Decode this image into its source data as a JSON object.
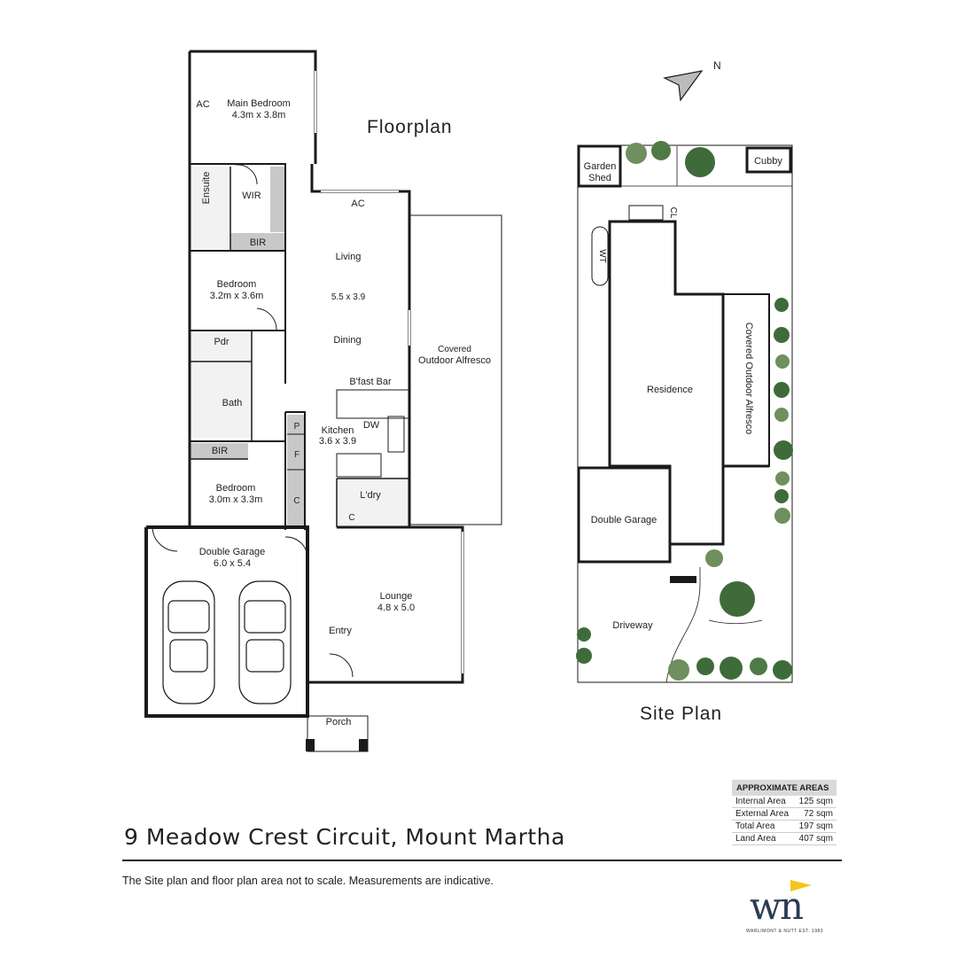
{
  "headings": {
    "floorplan": "Floorplan",
    "site_plan": "Site Plan"
  },
  "floorplan": {
    "rooms": {
      "main_bedroom": {
        "name": "Main Bedroom",
        "size": "4.3m x 3.8m"
      },
      "ac_bed": "AC",
      "ensuite": "Ensuite",
      "wir": "WIR",
      "bir1": "BIR",
      "bedroom2": {
        "name": "Bedroom",
        "size": "3.2m x 3.6m"
      },
      "pdr": "Pdr",
      "bath": "Bath",
      "bir2": "BIR",
      "bedroom3": {
        "name": "Bedroom",
        "size": "3.0m x 3.3m"
      },
      "ac_living": "AC",
      "living": {
        "name": "Living",
        "size": "5.5 x 3.9"
      },
      "dining": "Dining",
      "bfast_bar": "B'fast Bar",
      "kitchen": {
        "name": "Kitchen",
        "size": "3.6 x 3.9"
      },
      "dw": "DW",
      "pantry": "P",
      "fridge": "F",
      "cupboard": "C",
      "laundry": "L'dry",
      "laundry_c": "C",
      "alfresco": {
        "line1": "Covered",
        "line2": "Outdoor Alfresco"
      },
      "garage": {
        "name": "Double Garage",
        "size": "6.0 x 5.4"
      },
      "lounge": {
        "name": "Lounge",
        "size": "4.8 x 5.0"
      },
      "entry": "Entry",
      "porch": "Porch"
    }
  },
  "site_plan": {
    "north": "N",
    "garden_shed": {
      "line1": "Garden",
      "line2": "Shed"
    },
    "cubby": "Cubby",
    "cl": "CL",
    "wt": "WT",
    "residence": "Residence",
    "alfresco": "Covered Outdoor Alfresco",
    "double_garage": "Double Garage",
    "driveway": "Driveway"
  },
  "areas": {
    "title": "APPROXIMATE AREAS",
    "rows": [
      {
        "label": "Internal Area",
        "value": "125 sqm"
      },
      {
        "label": "External Area",
        "value": "72 sqm"
      },
      {
        "label": "Total Area",
        "value": "197 sqm"
      },
      {
        "label": "Land Area",
        "value": "407 sqm"
      }
    ]
  },
  "address": "9  Meadow Crest Circuit, Mount Martha",
  "disclaimer": "The Site plan and floor plan area not to scale. Measurements are indicative.",
  "logo": {
    "mark": "wn",
    "tagline": "WARLIMONT & NUTT EST. 1983"
  },
  "colors": {
    "wall": "#1a1a1a",
    "fixture_grey": "#c8c8c8",
    "plant_green": "#3f6b3a",
    "logo_navy": "#2b3a55",
    "logo_yellow": "#f5c518"
  }
}
